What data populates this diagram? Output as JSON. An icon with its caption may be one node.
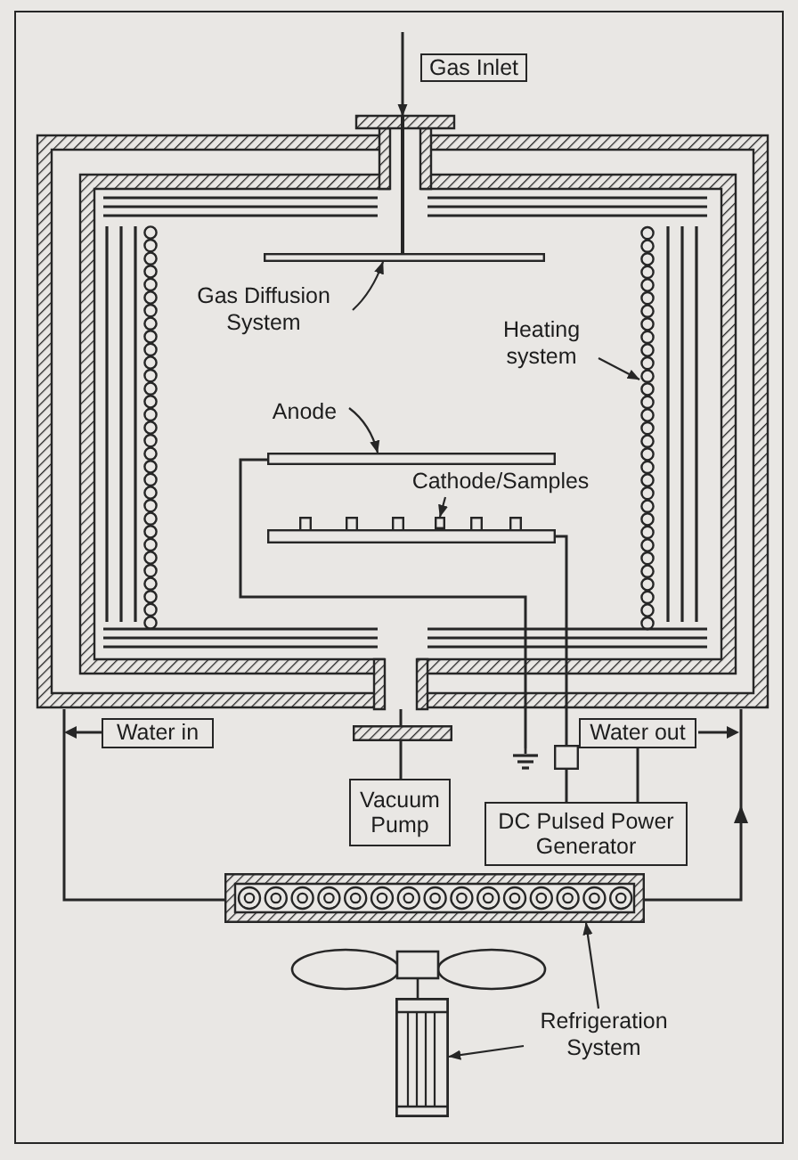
{
  "diagram": {
    "nodes": [
      {
        "text": [
          "Gas Inlet"
        ]
      },
      {
        "text": [],
        "shape": "box"
      },
      {
        "text": [
          "Gas Diffusion System"
        ],
        "in": 1
      },
      {
        "text": [],
        "shape": "bar",
        "in": 1
      },
      {
        "text": [
          "Heating system"
        ],
        "in": 1
      },
      {
        "text": [],
        "shape": "picture",
        "in": 1
      },
      {
        "text": [
          "Anode"
        ],
        "in": 1
      },
      {
        "text": [],
        "shape": "bar",
        "in": 1
      },
      {
        "text": [
          "Cathode/Samples"
        ],
        "in": 1
      },
      {
        "text": [],
        "shape": "box",
        "in": 1
      },
      {
        "text": [],
        "shape": "bar",
        "in": 1
      },
      {
        "text": [
          "Water in"
        ]
      },
      {
        "text": [
          "Water out"
        ]
      },
      {
        "text": [],
        "shape": "picture"
      },
      {
        "text": [],
        "shape": "box"
      },
      {
        "text": [
          "Vacuum Pump"
        ]
      },
      {
        "text": [
          "DC Pulsed Power Generator"
        ]
      },
      {
        "text": [],
        "shape": "bar"
      },
      {
        "text": [],
        "shape": "picture"
      },
      {
        "text": [
          "Refrigeration System"
        ]
      }
    ],
    "edges": [
      {
        "from": null,
        "to": 1,
        "arrow": "to"
      },
      {
        "from": 2,
        "to": 3,
        "arrow": "to"
      },
      {
        "from": 4,
        "to": 5,
        "arrow": "to"
      },
      {
        "from": 6,
        "to": 7,
        "arrow": "to"
      },
      {
        "from": 8,
        "to": 9,
        "arrow": "to"
      },
      {
        "from": 7,
        "to": 13,
        "arrow": "none"
      },
      {
        "from": 10,
        "to": 14,
        "arrow": "none"
      },
      {
        "from": 14,
        "to": 16,
        "arrow": "none"
      },
      {
        "from": 16,
        "to": 12,
        "arrow": "none"
      },
      {
        "from": 1,
        "to": 15,
        "arrow": "none"
      },
      {
        "from": 1,
        "to": 17,
        "arrow": "none"
      },
      {
        "from": 17,
        "to": 1,
        "arrow": "to"
      },
      {
        "from": 19,
        "to": 17,
        "arrow": "to"
      },
      {
        "from": 19,
        "to": 18,
        "arrow": "to"
      }
    ]
  }
}
